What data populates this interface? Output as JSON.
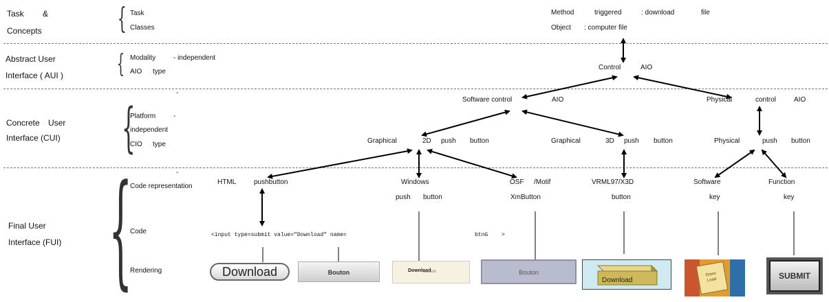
{
  "levels": {
    "task": {
      "line1": "Task",
      "line2": "&",
      "line3": "Concepts",
      "items": [
        "Task",
        "Classes"
      ]
    },
    "aui": {
      "line1": "Abstract User",
      "line2": "Interface ( AUI )",
      "items": [
        "Modality",
        "- independent",
        "AIO",
        "type"
      ]
    },
    "cui": {
      "line1": "Concrete",
      "line1b": "User",
      "line2": "Interface (CUI)",
      "items": [
        "Platform",
        "-",
        "independent",
        "CIO",
        "type"
      ]
    },
    "fui": {
      "line1": "Final User",
      "line2": "Interface (FUI)",
      "items": [
        "Code representation",
        "Code",
        "Rendering"
      ]
    }
  },
  "nodes": {
    "method": {
      "a": "Method",
      "b": "triggered",
      "c": ": download",
      "d": "file"
    },
    "object": {
      "a": "Object",
      "b": ": computer file"
    },
    "control": {
      "a": "Control",
      "b": "AIO"
    },
    "software_control": {
      "a": "Software control",
      "b": "AIO"
    },
    "physical_control": {
      "a": "Physical",
      "b": "control",
      "c": "AIO"
    },
    "graphical_2d": {
      "a": "Graphical",
      "b": "2D",
      "c": "push",
      "d": "button"
    },
    "graphical_3d": {
      "a": "Graphical",
      "b": "3D",
      "c": "push",
      "d": "button"
    },
    "physical_push": {
      "a": "Physical",
      "b": "push",
      "c": "button"
    },
    "html": {
      "a": "HTML",
      "b": "pushbutton"
    },
    "windows": {
      "a": "Windows",
      "b": "push",
      "c": "button"
    },
    "osf": {
      "a": "OSF",
      "b": "/Motif",
      "c": "XmButton"
    },
    "vrml": {
      "a": "VRML97/X3D",
      "b": "button"
    },
    "software_key": {
      "a": "Software",
      "b": "key"
    },
    "function_key": {
      "a": "Function",
      "b": "key"
    }
  },
  "code": {
    "part1": "<input type=submit value=\"Download\" name=",
    "part2": "btnG",
    "part3": ">"
  },
  "renderings": {
    "html": "Download",
    "windows": "Bouton",
    "osf_a": "Download",
    "osf_b": "Bouton",
    "motif": "Bouton",
    "vrml": "Download",
    "software_key": "Down Load",
    "function_key": "SUBMIT"
  },
  "misc": {
    "dash": "-"
  },
  "colors": {
    "line": "#000000",
    "separator": "#777777",
    "vrml_bg": "#cfeaf0",
    "motif_bg": "#b9bccf"
  }
}
